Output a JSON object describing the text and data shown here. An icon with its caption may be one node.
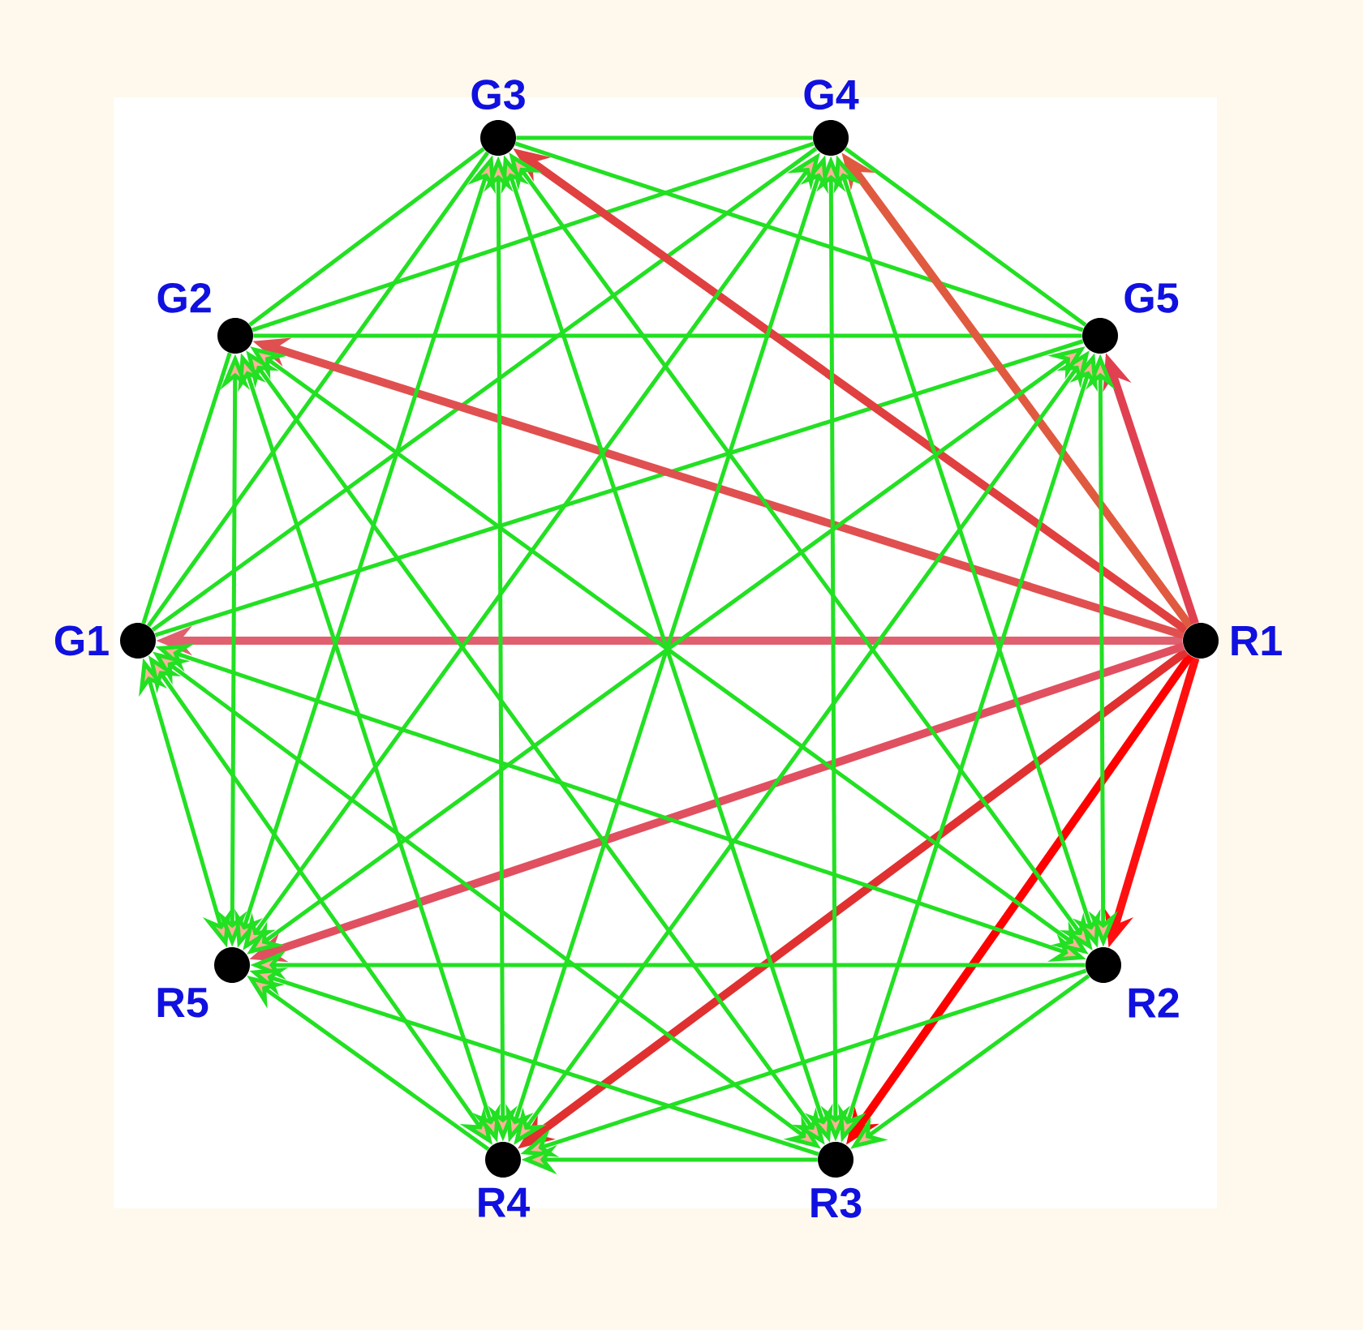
{
  "diagram": {
    "nodes": [
      {
        "text": [
          "G1"
        ]
      },
      {
        "text": [
          "G2"
        ]
      },
      {
        "text": [
          "G3"
        ]
      },
      {
        "text": [
          "G4"
        ]
      },
      {
        "text": [
          "G5"
        ]
      },
      {
        "text": [
          "R1"
        ]
      },
      {
        "text": [
          "R2"
        ]
      },
      {
        "text": [
          "R3"
        ]
      },
      {
        "text": [
          "R4"
        ]
      },
      {
        "text": [
          "R5"
        ]
      }
    ],
    "edges": [
      {
        "from": 0,
        "to": 1,
        "arrow": "none"
      },
      {
        "from": 0,
        "to": 2,
        "arrow": "none"
      },
      {
        "from": 0,
        "to": 3,
        "arrow": "none"
      },
      {
        "from": 0,
        "to": 4,
        "arrow": "none"
      },
      {
        "from": 1,
        "to": 2,
        "arrow": "none"
      },
      {
        "from": 1,
        "to": 3,
        "arrow": "none"
      },
      {
        "from": 1,
        "to": 4,
        "arrow": "none"
      },
      {
        "from": 2,
        "to": 3,
        "arrow": "none"
      },
      {
        "from": 2,
        "to": 4,
        "arrow": "none"
      },
      {
        "from": 3,
        "to": 4,
        "arrow": "none"
      },
      {
        "from": 5,
        "to": 0,
        "arrow": "to",
        "style": "thick",
        "color": "#e06070"
      },
      {
        "from": 5,
        "to": 1,
        "arrow": "to",
        "style": "thick",
        "color": "#e05050"
      },
      {
        "from": 5,
        "to": 2,
        "arrow": "to",
        "style": "thick",
        "color": "#e04040"
      },
      {
        "from": 5,
        "to": 3,
        "arrow": "to",
        "style": "thick",
        "color": "#e05a40"
      },
      {
        "from": 5,
        "to": 4,
        "arrow": "to",
        "style": "thick",
        "color": "#e04050"
      },
      {
        "from": 5,
        "to": 6,
        "arrow": "to",
        "style": "thick",
        "color": "#ff1010"
      },
      {
        "from": 5,
        "to": 7,
        "arrow": "to",
        "style": "thick",
        "color": "#ff0000"
      },
      {
        "from": 5,
        "to": 8,
        "arrow": "to",
        "style": "thick",
        "color": "#e03030"
      },
      {
        "from": 5,
        "to": 9,
        "arrow": "to",
        "style": "thick",
        "color": "#e05060"
      },
      {
        "from": 6,
        "to": 7,
        "arrow": "to"
      },
      {
        "from": 6,
        "to": 8,
        "arrow": "to"
      },
      {
        "from": 6,
        "to": 9,
        "arrow": "to"
      },
      {
        "from": 7,
        "to": 8,
        "arrow": "to"
      },
      {
        "from": 7,
        "to": 9,
        "arrow": "to"
      },
      {
        "from": 8,
        "to": 9,
        "arrow": "to"
      },
      {
        "from": 0,
        "to": 6,
        "arrow": "both"
      },
      {
        "from": 0,
        "to": 7,
        "arrow": "both"
      },
      {
        "from": 0,
        "to": 8,
        "arrow": "both"
      },
      {
        "from": 0,
        "to": 9,
        "arrow": "both"
      },
      {
        "from": 1,
        "to": 6,
        "arrow": "both"
      },
      {
        "from": 1,
        "to": 7,
        "arrow": "both"
      },
      {
        "from": 1,
        "to": 8,
        "arrow": "both"
      },
      {
        "from": 1,
        "to": 9,
        "arrow": "both"
      },
      {
        "from": 2,
        "to": 6,
        "arrow": "both"
      },
      {
        "from": 2,
        "to": 7,
        "arrow": "both"
      },
      {
        "from": 2,
        "to": 8,
        "arrow": "both"
      },
      {
        "from": 2,
        "to": 9,
        "arrow": "both"
      },
      {
        "from": 3,
        "to": 6,
        "arrow": "both"
      },
      {
        "from": 3,
        "to": 7,
        "arrow": "both"
      },
      {
        "from": 3,
        "to": 8,
        "arrow": "both"
      },
      {
        "from": 3,
        "to": 9,
        "arrow": "both"
      },
      {
        "from": 4,
        "to": 6,
        "arrow": "both"
      },
      {
        "from": 4,
        "to": 7,
        "arrow": "both"
      },
      {
        "from": 4,
        "to": 8,
        "arrow": "both"
      },
      {
        "from": 4,
        "to": 9,
        "arrow": "both"
      }
    ]
  }
}
